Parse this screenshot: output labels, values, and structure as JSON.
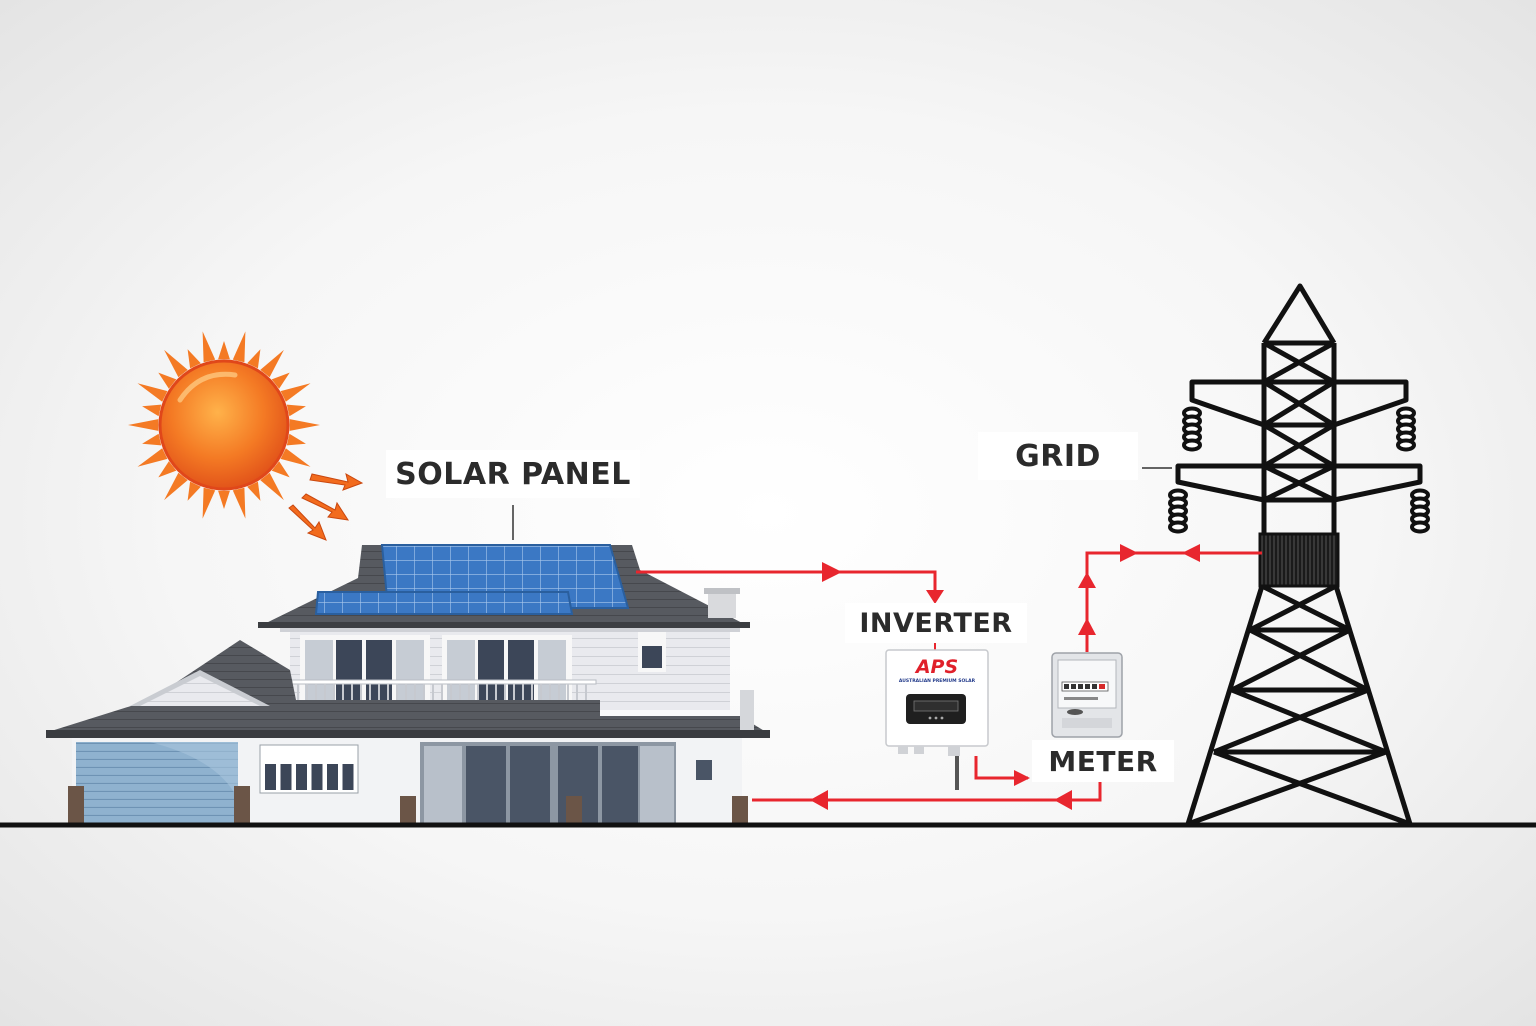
{
  "labels": {
    "solar_panel": "SOLAR PANEL",
    "inverter": "INVERTER",
    "meter": "METER",
    "grid": "GRID"
  },
  "inverter_brand": {
    "logo": "APS",
    "subtitle": "AUSTRALIAN PREMIUM SOLAR"
  },
  "colors": {
    "flow_line": "#e8262e",
    "sun": "#f26b1d",
    "tower": "#111111",
    "panel": "#3d7cc9",
    "roof": "#4a4d52",
    "ground": "#111111"
  }
}
